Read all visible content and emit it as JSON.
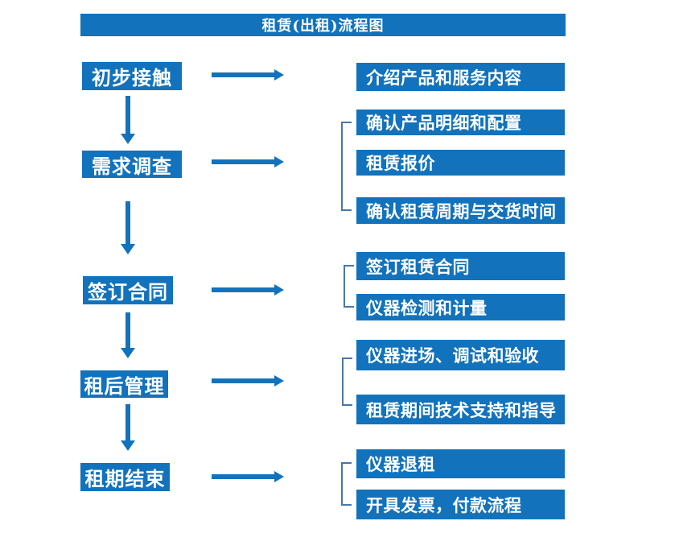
{
  "title": "租赁(出租)流程图",
  "colors": {
    "box_blue": "#1272BC",
    "bracket_blue": "#4778A8",
    "text": "#FFFFFF",
    "background": "#FFFFFF"
  },
  "flow": [
    {
      "step": "初步接触",
      "details": [
        "介绍产品和服务内容"
      ]
    },
    {
      "step": "需求调查",
      "details": [
        "确认产品明细和配置",
        "租赁报价",
        "确认租赁周期与交货时间"
      ]
    },
    {
      "step": "签订合同",
      "details": [
        "签订租赁合同",
        "仪器检测和计量"
      ]
    },
    {
      "step": "租后管理",
      "details": [
        "仪器进场、调试和验收",
        "租赁期间技术支持和指导"
      ]
    },
    {
      "step": "租期结束",
      "details": [
        "仪器退租",
        "开具发票，付款流程"
      ]
    }
  ]
}
